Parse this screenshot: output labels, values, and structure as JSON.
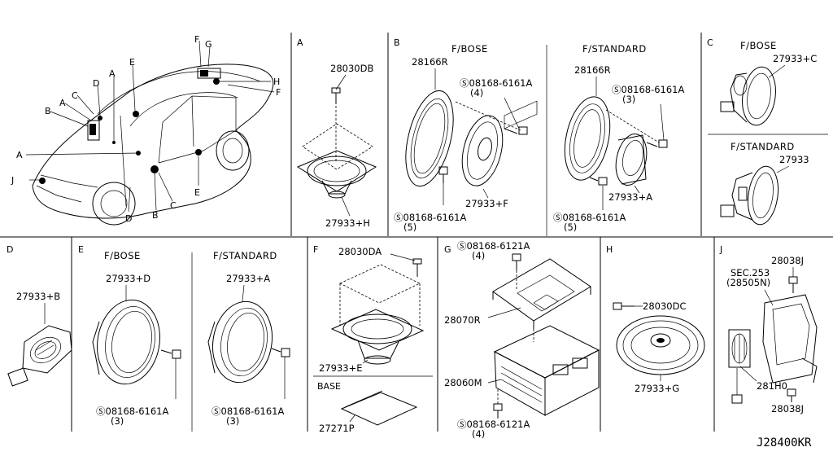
{
  "diagram": {
    "footer_code": "J28400KR",
    "car_callouts": [
      "A",
      "B",
      "C",
      "D",
      "E",
      "F",
      "G",
      "H",
      "J"
    ],
    "sections": {
      "A": {
        "letter": "A",
        "parts": [
          "28030DB",
          "27933+H"
        ]
      },
      "B": {
        "letter": "B",
        "sub_bose": "F/BOSE",
        "sub_standard": "F/STANDARD",
        "bose": {
          "ring": "28166R",
          "bolt": "Ⓢ08168-6161A",
          "bolt_qty": "(4)",
          "bolt2": "Ⓢ08168-6161A",
          "bolt2_qty": "(5)",
          "speaker": "27933+F"
        },
        "standard": {
          "ring": "28166R",
          "bolt": "Ⓢ08168-6161A",
          "bolt_qty": "(3)",
          "bolt2": "Ⓢ08168-6161A",
          "bolt2_qty": "(5)",
          "speaker": "27933+A"
        }
      },
      "C": {
        "letter": "C",
        "sub_bose": "F/BOSE",
        "sub_standard": "F/STANDARD",
        "bose_part": "27933+C",
        "standard_part": "27933"
      },
      "D": {
        "letter": "D",
        "part": "27933+B"
      },
      "E": {
        "letter": "E",
        "sub_bose": "F/BOSE",
        "sub_standard": "F/STANDARD",
        "bose": {
          "part": "27933+D",
          "bolt": "Ⓢ08168-6161A",
          "qty": "(3)"
        },
        "standard": {
          "part": "27933+A",
          "bolt": "Ⓢ08168-6161A",
          "qty": "(3)"
        }
      },
      "F": {
        "letter": "F",
        "screw": "28030DA",
        "speaker": "27933+E",
        "base_label": "BASE",
        "base_part": "27271P"
      },
      "G": {
        "letter": "G",
        "bolt_top": "Ⓢ08168-6121A",
        "qty_top": "(4)",
        "bracket": "28070R",
        "amp": "28060M",
        "bolt_bottom": "Ⓢ08168-6121A",
        "qty_bottom": "(4)"
      },
      "H": {
        "letter": "H",
        "screw": "28030DC",
        "speaker": "27933+G"
      },
      "J": {
        "letter": "J",
        "bolt_top": "28038J",
        "sec": "SEC.253",
        "sec_ref": "(28505N)",
        "module": "281H0",
        "bolt_bottom": "28038J"
      }
    }
  }
}
